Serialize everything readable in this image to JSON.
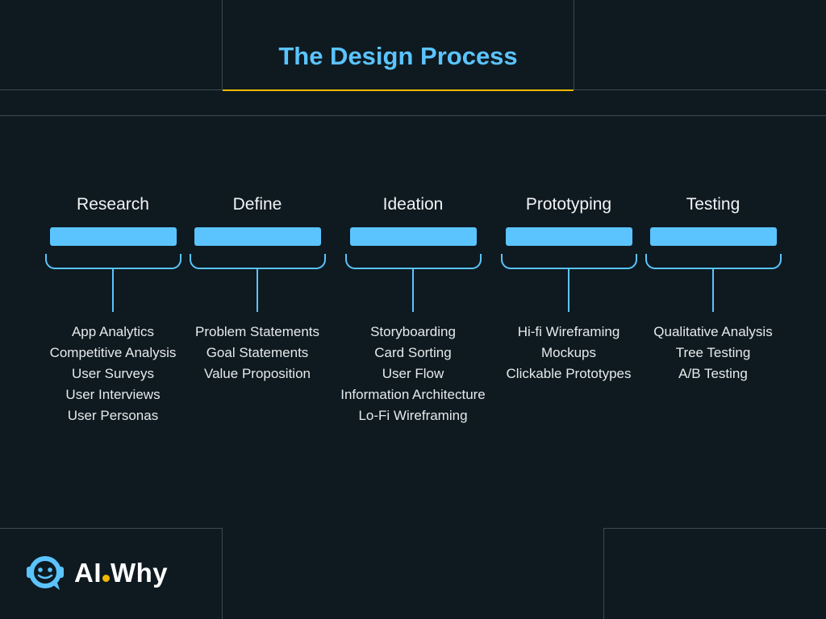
{
  "title": "The Design Process",
  "stages": [
    {
      "name": "Research",
      "items": [
        "App Analytics",
        "Competitive Analysis",
        "User Surveys",
        "User Interviews",
        "User Personas"
      ]
    },
    {
      "name": "Define",
      "items": [
        "Problem Statements",
        "Goal Statements",
        "Value Proposition"
      ]
    },
    {
      "name": "Ideation",
      "items": [
        "Storyboarding",
        "Card Sorting",
        "User Flow",
        "Information Architecture",
        "Lo-Fi Wireframing"
      ]
    },
    {
      "name": "Prototyping",
      "items": [
        "Hi-fi Wireframing",
        "Mockups",
        "Clickable Prototypes"
      ]
    },
    {
      "name": "Testing",
      "items": [
        "Qualitative Analysis",
        "Tree Testing",
        "A/B Testing"
      ]
    }
  ],
  "logo": {
    "part1": "AI",
    "part2": "Why",
    "full": "AI.Why"
  },
  "colors": {
    "accent": "#5bc4ff",
    "highlight": "#f5b800",
    "background": "#0e1a20"
  }
}
